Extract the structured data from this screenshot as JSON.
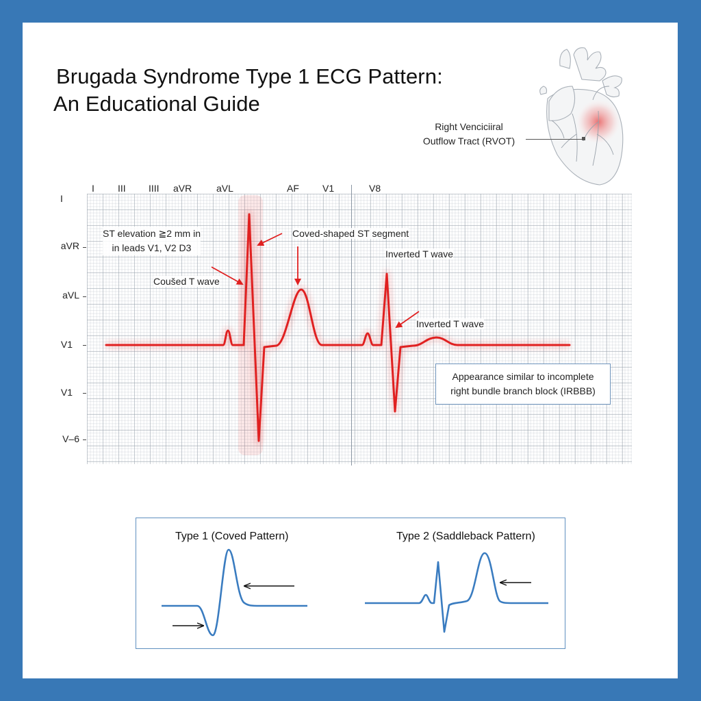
{
  "header": {
    "title_line1": "Brugada Syndrome Type 1 ECG Pattern:",
    "title_line2": "An Educational Guide"
  },
  "heart_illustration": {
    "label_line1": "Right Venciciiral",
    "label_line2": "Outflow Tract (RVOT)",
    "highlight_color": "#e85a5a"
  },
  "ecg_strip": {
    "top_leads": [
      "I",
      "III",
      "IIII",
      "aVR",
      "aVL",
      "AF",
      "V1",
      "V8"
    ],
    "side_leads": [
      "I",
      "aVR",
      "aVL",
      "V1",
      "V1",
      "V–6"
    ],
    "trace_color": "#e02020",
    "annotations": {
      "st_elevation_line1": "ST elevation ≧2 mm in",
      "st_elevation_line2": "in leads V1, V2 D3",
      "coused_t_wave": "Coušed T wave",
      "coved_st_segment": "Coved-shaped ST segment",
      "inverted_t_wave_1": "Inverted T wave",
      "inverted_t_wave_2": "Inverted T wave"
    },
    "irbbb_note_line1": "Appearance similar to incomplete",
    "irbbb_note_line2": "right bundle branch block (IRBBB)"
  },
  "comparison": {
    "type1_title": "Type 1 (Coved Pattern)",
    "type2_title": "Type 2 (Saddleback Pattern)",
    "trace_color": "#3a7cc0"
  },
  "colors": {
    "frame": "#3878b6",
    "panel": "#ffffff",
    "ecg_red": "#e02020",
    "comparison_blue": "#3a7cc0"
  }
}
